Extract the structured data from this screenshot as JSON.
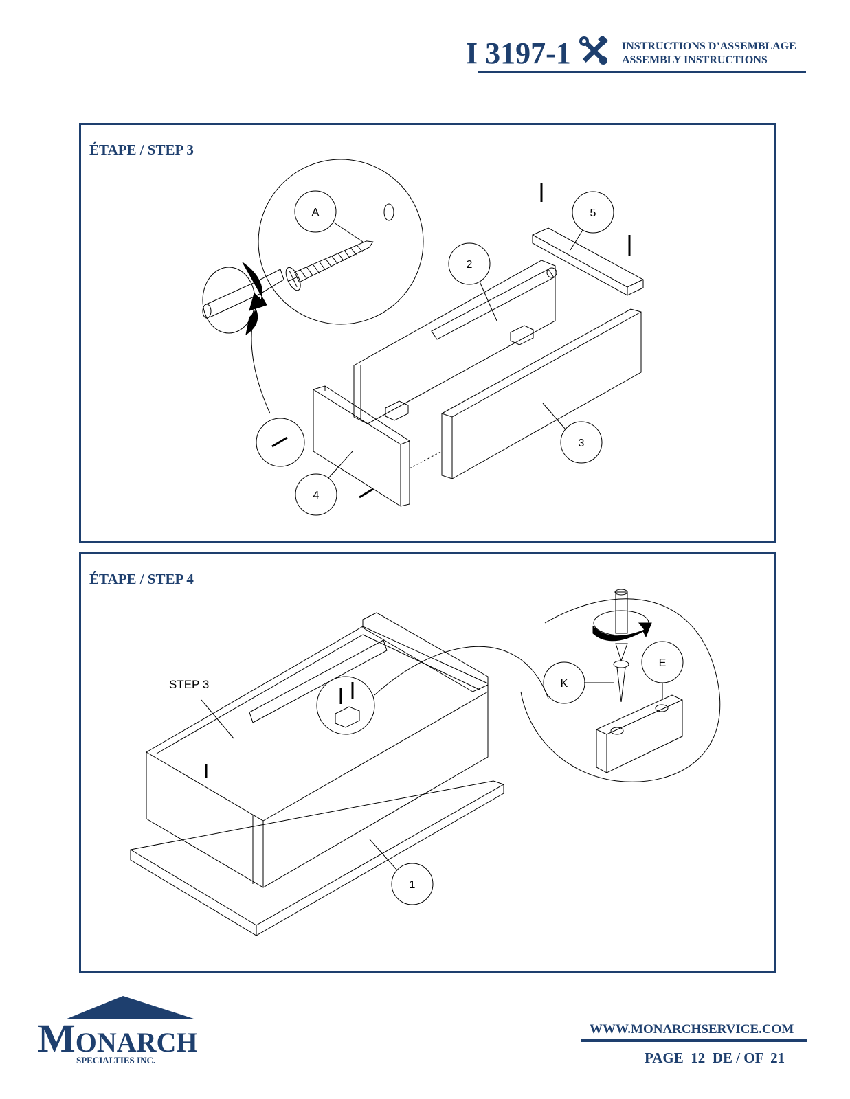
{
  "header": {
    "doc_code": "I 3197-1",
    "line_fr": "INSTRUCTIONS D’ASSEMBLAGE",
    "line_en": "ASSEMBLY INSTRUCTIONS",
    "icon": "tools-icon"
  },
  "step3": {
    "title": "ÉTAPE / STEP 3",
    "callouts": [
      "A",
      "2",
      "5",
      "3",
      "4"
    ]
  },
  "step4": {
    "title": "ÉTAPE / STEP 4",
    "reference_label": "STEP 3",
    "callouts": [
      "K",
      "E",
      "1"
    ]
  },
  "footer": {
    "logo_word_first": "M",
    "logo_word_rest": "ONARCH",
    "logo_sub": "SPECIALTIES INC.",
    "website": "WWW.MONARCHSERVICE.COM",
    "page": "PAGE  12  DE / OF  21"
  },
  "colors": {
    "brand": "#1e3f6e",
    "line": "#000000"
  }
}
